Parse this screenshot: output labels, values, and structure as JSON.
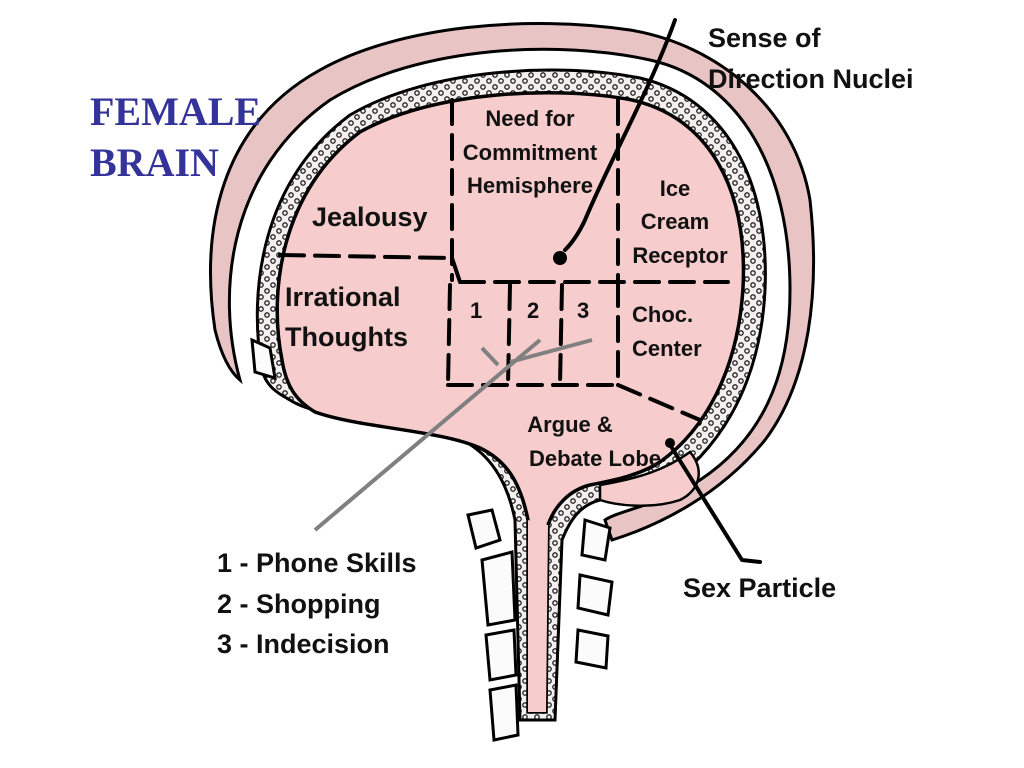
{
  "title": {
    "line1": "FEMALE",
    "line2": "BRAIN"
  },
  "regions": {
    "commitment": {
      "line1": "Need for",
      "line2": "Commitment",
      "line3": "Hemisphere"
    },
    "jealousy": "Jealousy",
    "irrational": {
      "line1": "Irrational",
      "line2": "Thoughts"
    },
    "ice_cream": {
      "line1": "Ice",
      "line2": "Cream",
      "line3": "Receptor"
    },
    "choc": {
      "line1": "Choc.",
      "line2": "Center"
    },
    "argue": {
      "line1": "Argue &",
      "line2": "Debate Lobe"
    },
    "small1": "1",
    "small2": "2",
    "small3": "3"
  },
  "callouts": {
    "direction": {
      "line1": "Sense of",
      "line2": "Direction Nuclei"
    },
    "sex": "Sex Particle"
  },
  "legend": [
    {
      "text": "1 - Phone Skills"
    },
    {
      "text": "2 - Shopping"
    },
    {
      "text": "3 - Indecision"
    }
  ],
  "colors": {
    "brain": "#f7cccc",
    "scalp": "#e9c4c4",
    "title": "#333399",
    "gray_pointer": "#808080"
  }
}
